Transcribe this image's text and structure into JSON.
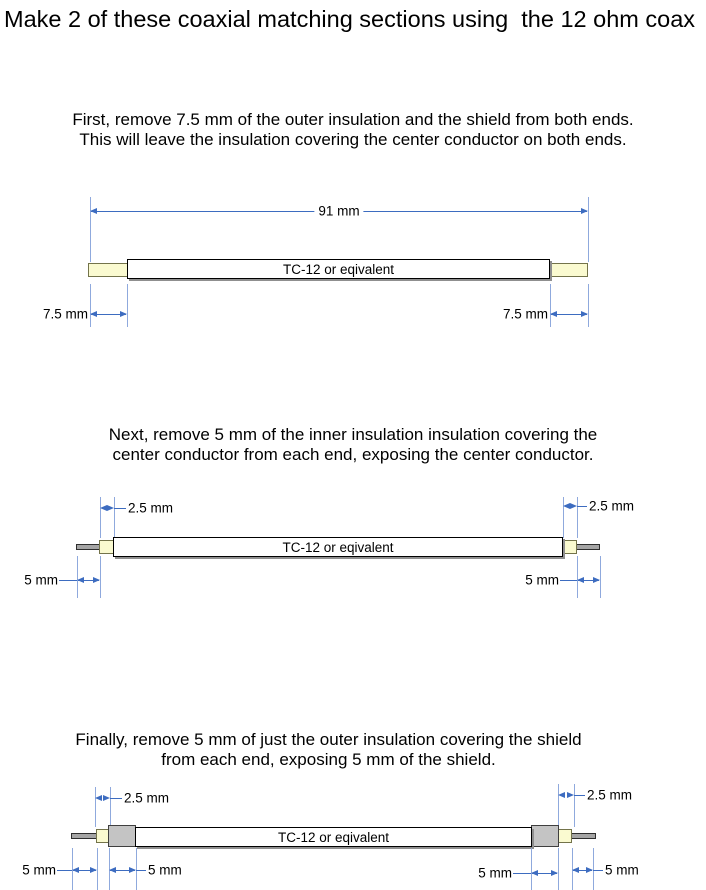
{
  "title": "Make 2 of these coaxial matching sections using  the 12 ohm coax",
  "colors": {
    "dim-line": "#3d6cc0",
    "ext-line": "#8fa9dd",
    "insulation-yellow": "#fafad0",
    "shield-gray": "#c4c4c4",
    "conductor-gray": "#a5a5a5",
    "cable-white": "#ffffff"
  },
  "sections": [
    {
      "name": "step-1",
      "instructions": [
        "First, remove 7.5 mm of the outer insulation and the shield from both ends.",
        "This will leave the insulation covering the center conductor on both ends."
      ],
      "cable_label": "TC-12 or eqivalent",
      "dims": {
        "overall": "91 mm",
        "left_strip": "7.5 mm",
        "right_strip": "7.5 mm"
      }
    },
    {
      "name": "step-2",
      "instructions": [
        "Next, remove 5 mm of the inner insulation insulation covering the",
        "center conductor from each end, exposing the center conductor."
      ],
      "cable_label": "TC-12 or eqivalent",
      "dims": {
        "left_insulation": "2.5 mm",
        "right_insulation": "2.5 mm",
        "left_conductor": "5 mm",
        "right_conductor": "5 mm"
      }
    },
    {
      "name": "step-3",
      "instructions": [
        "Finally, remove 5 mm of just the outer insulation covering the shield",
        "from each end, exposing 5 mm of the shield."
      ],
      "cable_label": "TC-12 or eqivalent",
      "dims": {
        "left_insulation": "2.5 mm",
        "right_insulation": "2.5 mm",
        "left_conductor": "5 mm",
        "left_shield": "5 mm",
        "right_shield": "5 mm",
        "right_conductor": "5 mm"
      }
    }
  ]
}
